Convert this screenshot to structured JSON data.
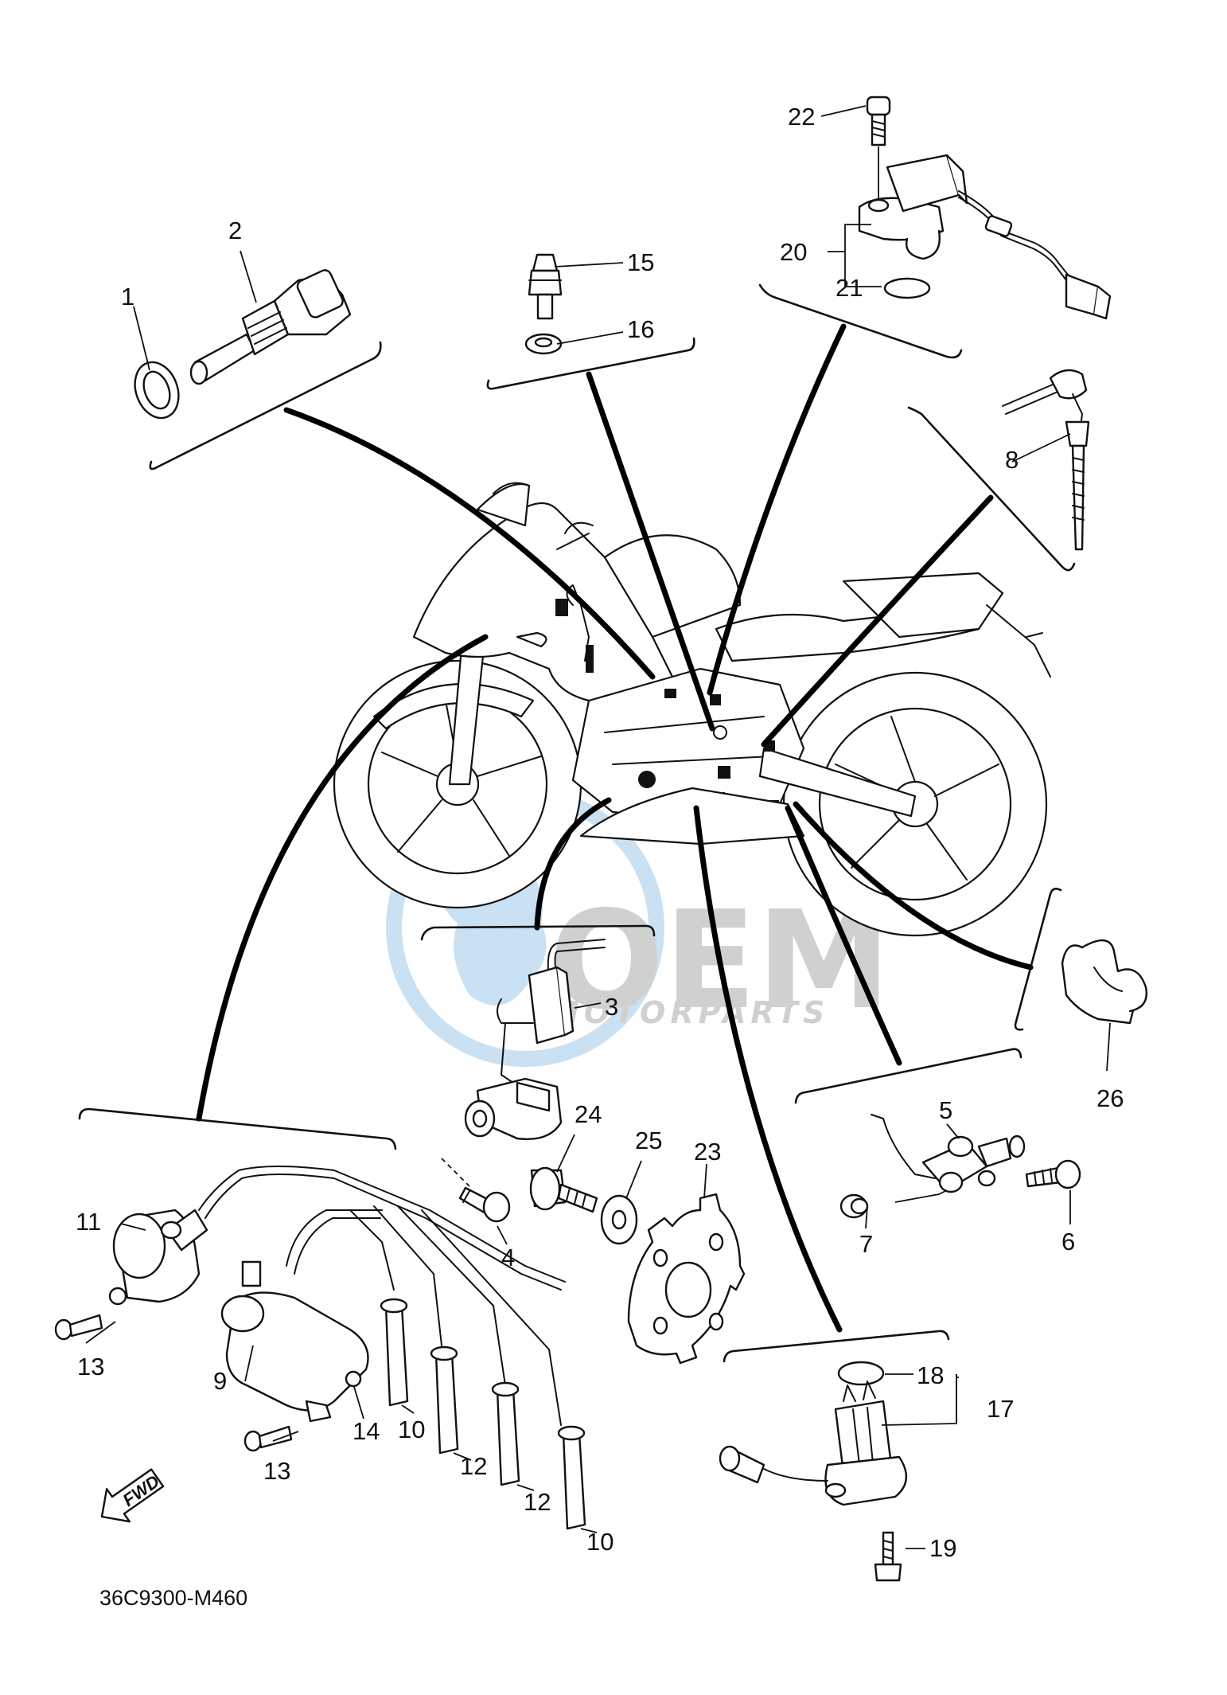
{
  "diagram_code": "36C9300-M460",
  "fwd_label": "FWD",
  "watermark": {
    "brand": "OEM",
    "sub": "MOTORPARTS",
    "color": "#9ec9ea"
  },
  "callouts": {
    "p1": "1",
    "p2": "2",
    "p3": "3",
    "p4": "4",
    "p5": "5",
    "p6": "6",
    "p7": "7",
    "p8": "8",
    "p9": "9",
    "p10a": "10",
    "p10b": "10",
    "p11": "11",
    "p12a": "12",
    "p12b": "12",
    "p13a": "13",
    "p13b": "13",
    "p14": "14",
    "p15": "15",
    "p16": "16",
    "p17": "17",
    "p18": "18",
    "p19": "19",
    "p20": "20",
    "p21": "21",
    "p22": "22",
    "p23": "23",
    "p24": "24",
    "p25": "25",
    "p26": "26"
  }
}
